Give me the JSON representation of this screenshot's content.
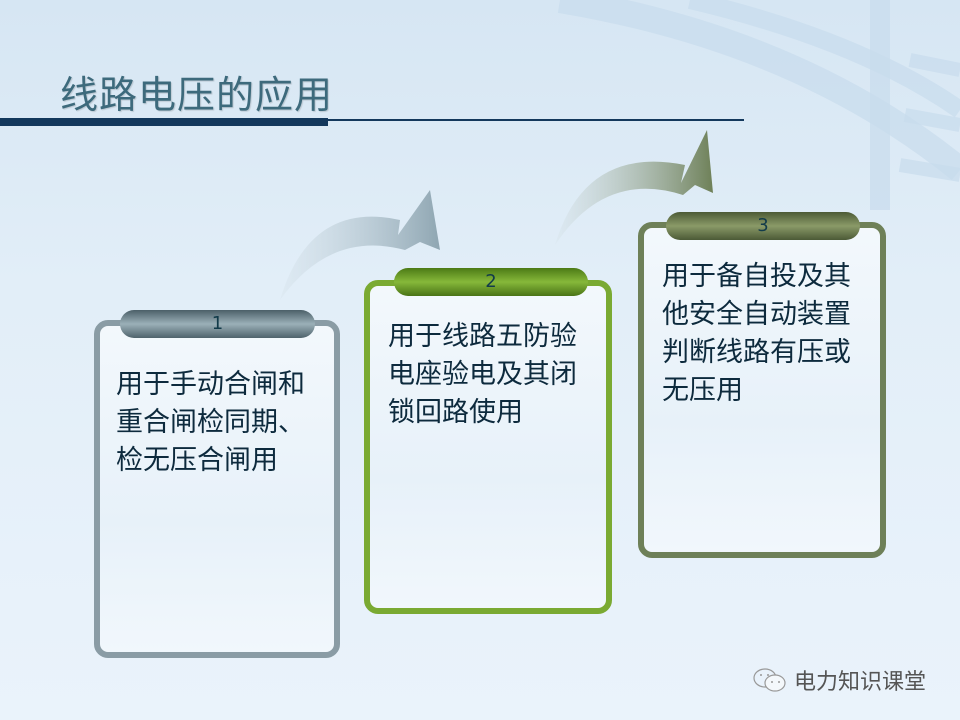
{
  "slide": {
    "title": "线路电压的应用",
    "colors": {
      "title": "#3d6a7c",
      "rule": "#13385c",
      "card1_border": "#8a9ca5",
      "card2_border": "#7aaa32",
      "card3_border": "#6e8058"
    }
  },
  "cards": [
    {
      "number": "1",
      "text": "用于手动合闸和重合闸检同期、检无压合闸用"
    },
    {
      "number": "2",
      "text": "用于线路五防验电座验电及其闭锁回路使用"
    },
    {
      "number": "3",
      "text": "用于备自投及其他安全自动装置判断线路有压或无压用"
    }
  ],
  "footer": {
    "icon": "wechat-icon",
    "label": "电力知识课堂"
  }
}
